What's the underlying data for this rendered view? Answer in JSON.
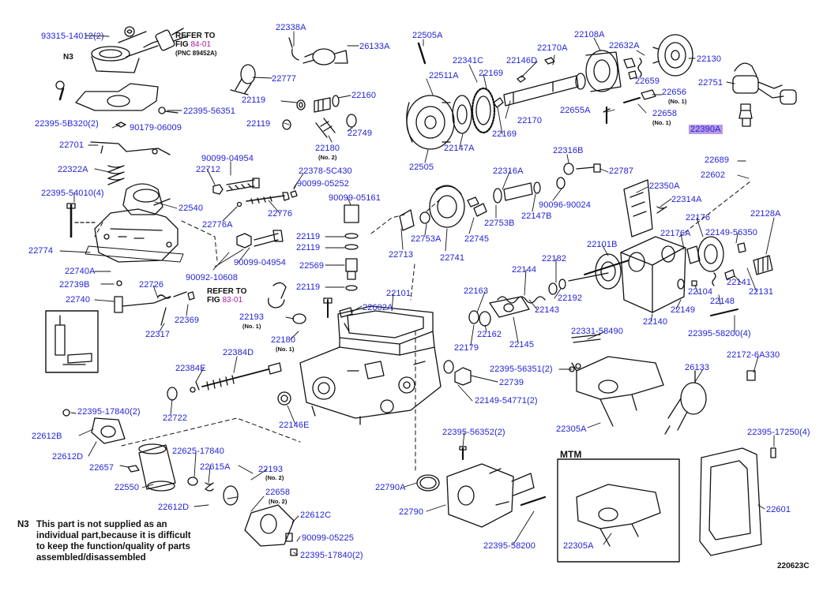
{
  "diagram": {
    "code": "220623C",
    "note_marker": "N3",
    "note_lines": [
      "This part is not supplied as an",
      "individual part,because it is difficult",
      "to keep the function/quality of parts",
      "assembled/disassembled"
    ],
    "inset_title": "MTM",
    "refs": [
      {
        "text": "REFER TO",
        "fig_prefix": "FIG",
        "fig": "84-01",
        "pnc": "(PNC 89452A)"
      },
      {
        "text": "REFER TO",
        "fig_prefix": "FIG",
        "fig": "83-01"
      }
    ],
    "highlight_label": "22390A",
    "parts": [
      {
        "id": "p1",
        "text": "93315-14012(2)"
      },
      {
        "id": "p2",
        "text": "22338A"
      },
      {
        "id": "p3",
        "text": "26133A"
      },
      {
        "id": "p4",
        "text": "22505A"
      },
      {
        "id": "p5",
        "text": "22341C"
      },
      {
        "id": "p6",
        "text": "22146D"
      },
      {
        "id": "p7",
        "text": "22170A"
      },
      {
        "id": "p8",
        "text": "22108A"
      },
      {
        "id": "p9",
        "text": "22632A"
      },
      {
        "id": "p10",
        "text": "22130"
      },
      {
        "id": "p11",
        "text": "22511A"
      },
      {
        "id": "p12",
        "text": "22169"
      },
      {
        "id": "p13",
        "text": "22659"
      },
      {
        "id": "p14",
        "text": "22751"
      },
      {
        "id": "p15",
        "text": "22777"
      },
      {
        "id": "p16",
        "text": "22119"
      },
      {
        "id": "p17",
        "text": "22160"
      },
      {
        "id": "p18",
        "text": "22395-56351"
      },
      {
        "id": "p19",
        "text": "22656"
      },
      {
        "id": "p20",
        "text": "22395-5B320(2)"
      },
      {
        "id": "p21",
        "text": "90179-06009"
      },
      {
        "id": "p22",
        "text": "22119"
      },
      {
        "id": "p23",
        "text": "22749"
      },
      {
        "id": "p24",
        "text": "22655A"
      },
      {
        "id": "p25",
        "text": "22658"
      },
      {
        "id": "p26",
        "text": "22170"
      },
      {
        "id": "p27",
        "text": "22180"
      },
      {
        "id": "p28",
        "text": "22701"
      },
      {
        "id": "p29",
        "text": "22147A"
      },
      {
        "id": "p30",
        "text": "22169"
      },
      {
        "id": "p31",
        "text": "90099-04954"
      },
      {
        "id": "p32",
        "text": "22505"
      },
      {
        "id": "p33",
        "text": "22316B"
      },
      {
        "id": "p34",
        "text": "22689"
      },
      {
        "id": "p35",
        "text": "22712"
      },
      {
        "id": "p36",
        "text": "22378-5C430"
      },
      {
        "id": "p37",
        "text": "22787"
      },
      {
        "id": "p38",
        "text": "22322A"
      },
      {
        "id": "p39",
        "text": "22316A"
      },
      {
        "id": "p40",
        "text": "22602"
      },
      {
        "id": "p41",
        "text": "90099-05252"
      },
      {
        "id": "p42",
        "text": "22350A"
      },
      {
        "id": "p43",
        "text": "22395-54010(4)"
      },
      {
        "id": "p44",
        "text": "90099-05161"
      },
      {
        "id": "p45",
        "text": "22540"
      },
      {
        "id": "p46",
        "text": "22314A"
      },
      {
        "id": "p47",
        "text": "22776A"
      },
      {
        "id": "p48",
        "text": "22776"
      },
      {
        "id": "p49",
        "text": "22753B"
      },
      {
        "id": "p50",
        "text": "90096-90024"
      },
      {
        "id": "p51",
        "text": "22147B"
      },
      {
        "id": "p52",
        "text": "22128A"
      },
      {
        "id": "p53",
        "text": "22176"
      },
      {
        "id": "p54",
        "text": "22119"
      },
      {
        "id": "p55",
        "text": "22753A"
      },
      {
        "id": "p56",
        "text": "22745"
      },
      {
        "id": "p57",
        "text": "22176A"
      },
      {
        "id": "p58",
        "text": "22149-56350"
      },
      {
        "id": "p59",
        "text": "22119"
      },
      {
        "id": "p60",
        "text": "22774"
      },
      {
        "id": "p61",
        "text": "90099-04954"
      },
      {
        "id": "p62",
        "text": "22713"
      },
      {
        "id": "p63",
        "text": "22741"
      },
      {
        "id": "p64",
        "text": "22101B"
      },
      {
        "id": "p65",
        "text": "22569"
      },
      {
        "id": "p66",
        "text": "22740A"
      },
      {
        "id": "p67",
        "text": "90092-10608"
      },
      {
        "id": "p68",
        "text": "22144"
      },
      {
        "id": "p69",
        "text": "22182"
      },
      {
        "id": "p70",
        "text": "22141"
      },
      {
        "id": "p71",
        "text": "22739B"
      },
      {
        "id": "p72",
        "text": "22726"
      },
      {
        "id": "p73",
        "text": "22119"
      },
      {
        "id": "p74",
        "text": "22101"
      },
      {
        "id": "p75",
        "text": "22163"
      },
      {
        "id": "p76",
        "text": "22192"
      },
      {
        "id": "p77",
        "text": "22104"
      },
      {
        "id": "p78",
        "text": "22131"
      },
      {
        "id": "p79",
        "text": "22740"
      },
      {
        "id": "p80",
        "text": "22602A"
      },
      {
        "id": "p81",
        "text": "22148"
      },
      {
        "id": "p82",
        "text": "22369"
      },
      {
        "id": "p83",
        "text": "22193"
      },
      {
        "id": "p84",
        "text": "22143"
      },
      {
        "id": "p85",
        "text": "22149"
      },
      {
        "id": "p86",
        "text": "22317"
      },
      {
        "id": "p87",
        "text": "22162"
      },
      {
        "id": "p88",
        "text": "22140"
      },
      {
        "id": "p89",
        "text": "22180"
      },
      {
        "id": "p90",
        "text": "22145"
      },
      {
        "id": "p91",
        "text": "22395-58200(4)"
      },
      {
        "id": "p92",
        "text": "22179"
      },
      {
        "id": "p93",
        "text": "22331-58490"
      },
      {
        "id": "p94",
        "text": "22384D"
      },
      {
        "id": "p95",
        "text": "22172-6A330"
      },
      {
        "id": "p96",
        "text": "22384E"
      },
      {
        "id": "p97",
        "text": "22395-56351(2)"
      },
      {
        "id": "p98",
        "text": "26133"
      },
      {
        "id": "p99",
        "text": "22739"
      },
      {
        "id": "p100",
        "text": "22722"
      },
      {
        "id": "p101",
        "text": "22149-54771(2)"
      },
      {
        "id": "p102",
        "text": "22395-17840(2)"
      },
      {
        "id": "p103",
        "text": "22146E"
      },
      {
        "id": "p104",
        "text": "22305A"
      },
      {
        "id": "p105",
        "text": "22612B"
      },
      {
        "id": "p106",
        "text": "22395-56352(2)"
      },
      {
        "id": "p107",
        "text": "22395-17250(4)"
      },
      {
        "id": "p108",
        "text": "22612D"
      },
      {
        "id": "p109",
        "text": "22625-17840"
      },
      {
        "id": "p110",
        "text": "22657"
      },
      {
        "id": "p111",
        "text": "22615A"
      },
      {
        "id": "p112",
        "text": "22193"
      },
      {
        "id": "p113",
        "text": "22550"
      },
      {
        "id": "p114",
        "text": "22658"
      },
      {
        "id": "p115",
        "text": "22790A"
      },
      {
        "id": "p116",
        "text": "22612D"
      },
      {
        "id": "p117",
        "text": "22612C"
      },
      {
        "id": "p118",
        "text": "22790"
      },
      {
        "id": "p119",
        "text": "22601"
      },
      {
        "id": "p120",
        "text": "90099-05225"
      },
      {
        "id": "p121",
        "text": "22395-58200"
      },
      {
        "id": "p122",
        "text": "22305A"
      },
      {
        "id": "p123",
        "text": "22395-17840(2)"
      }
    ],
    "subnotes": [
      {
        "id": "s1",
        "text": "(No. 1)"
      },
      {
        "id": "s2",
        "text": "(No. 1)"
      },
      {
        "id": "s3",
        "text": "(No. 2)"
      },
      {
        "id": "s4",
        "text": "(No. 1)"
      },
      {
        "id": "s5",
        "text": "(No. 1)"
      },
      {
        "id": "s6",
        "text": "(No. 2)"
      },
      {
        "id": "s7",
        "text": "(No. 2)"
      }
    ]
  }
}
